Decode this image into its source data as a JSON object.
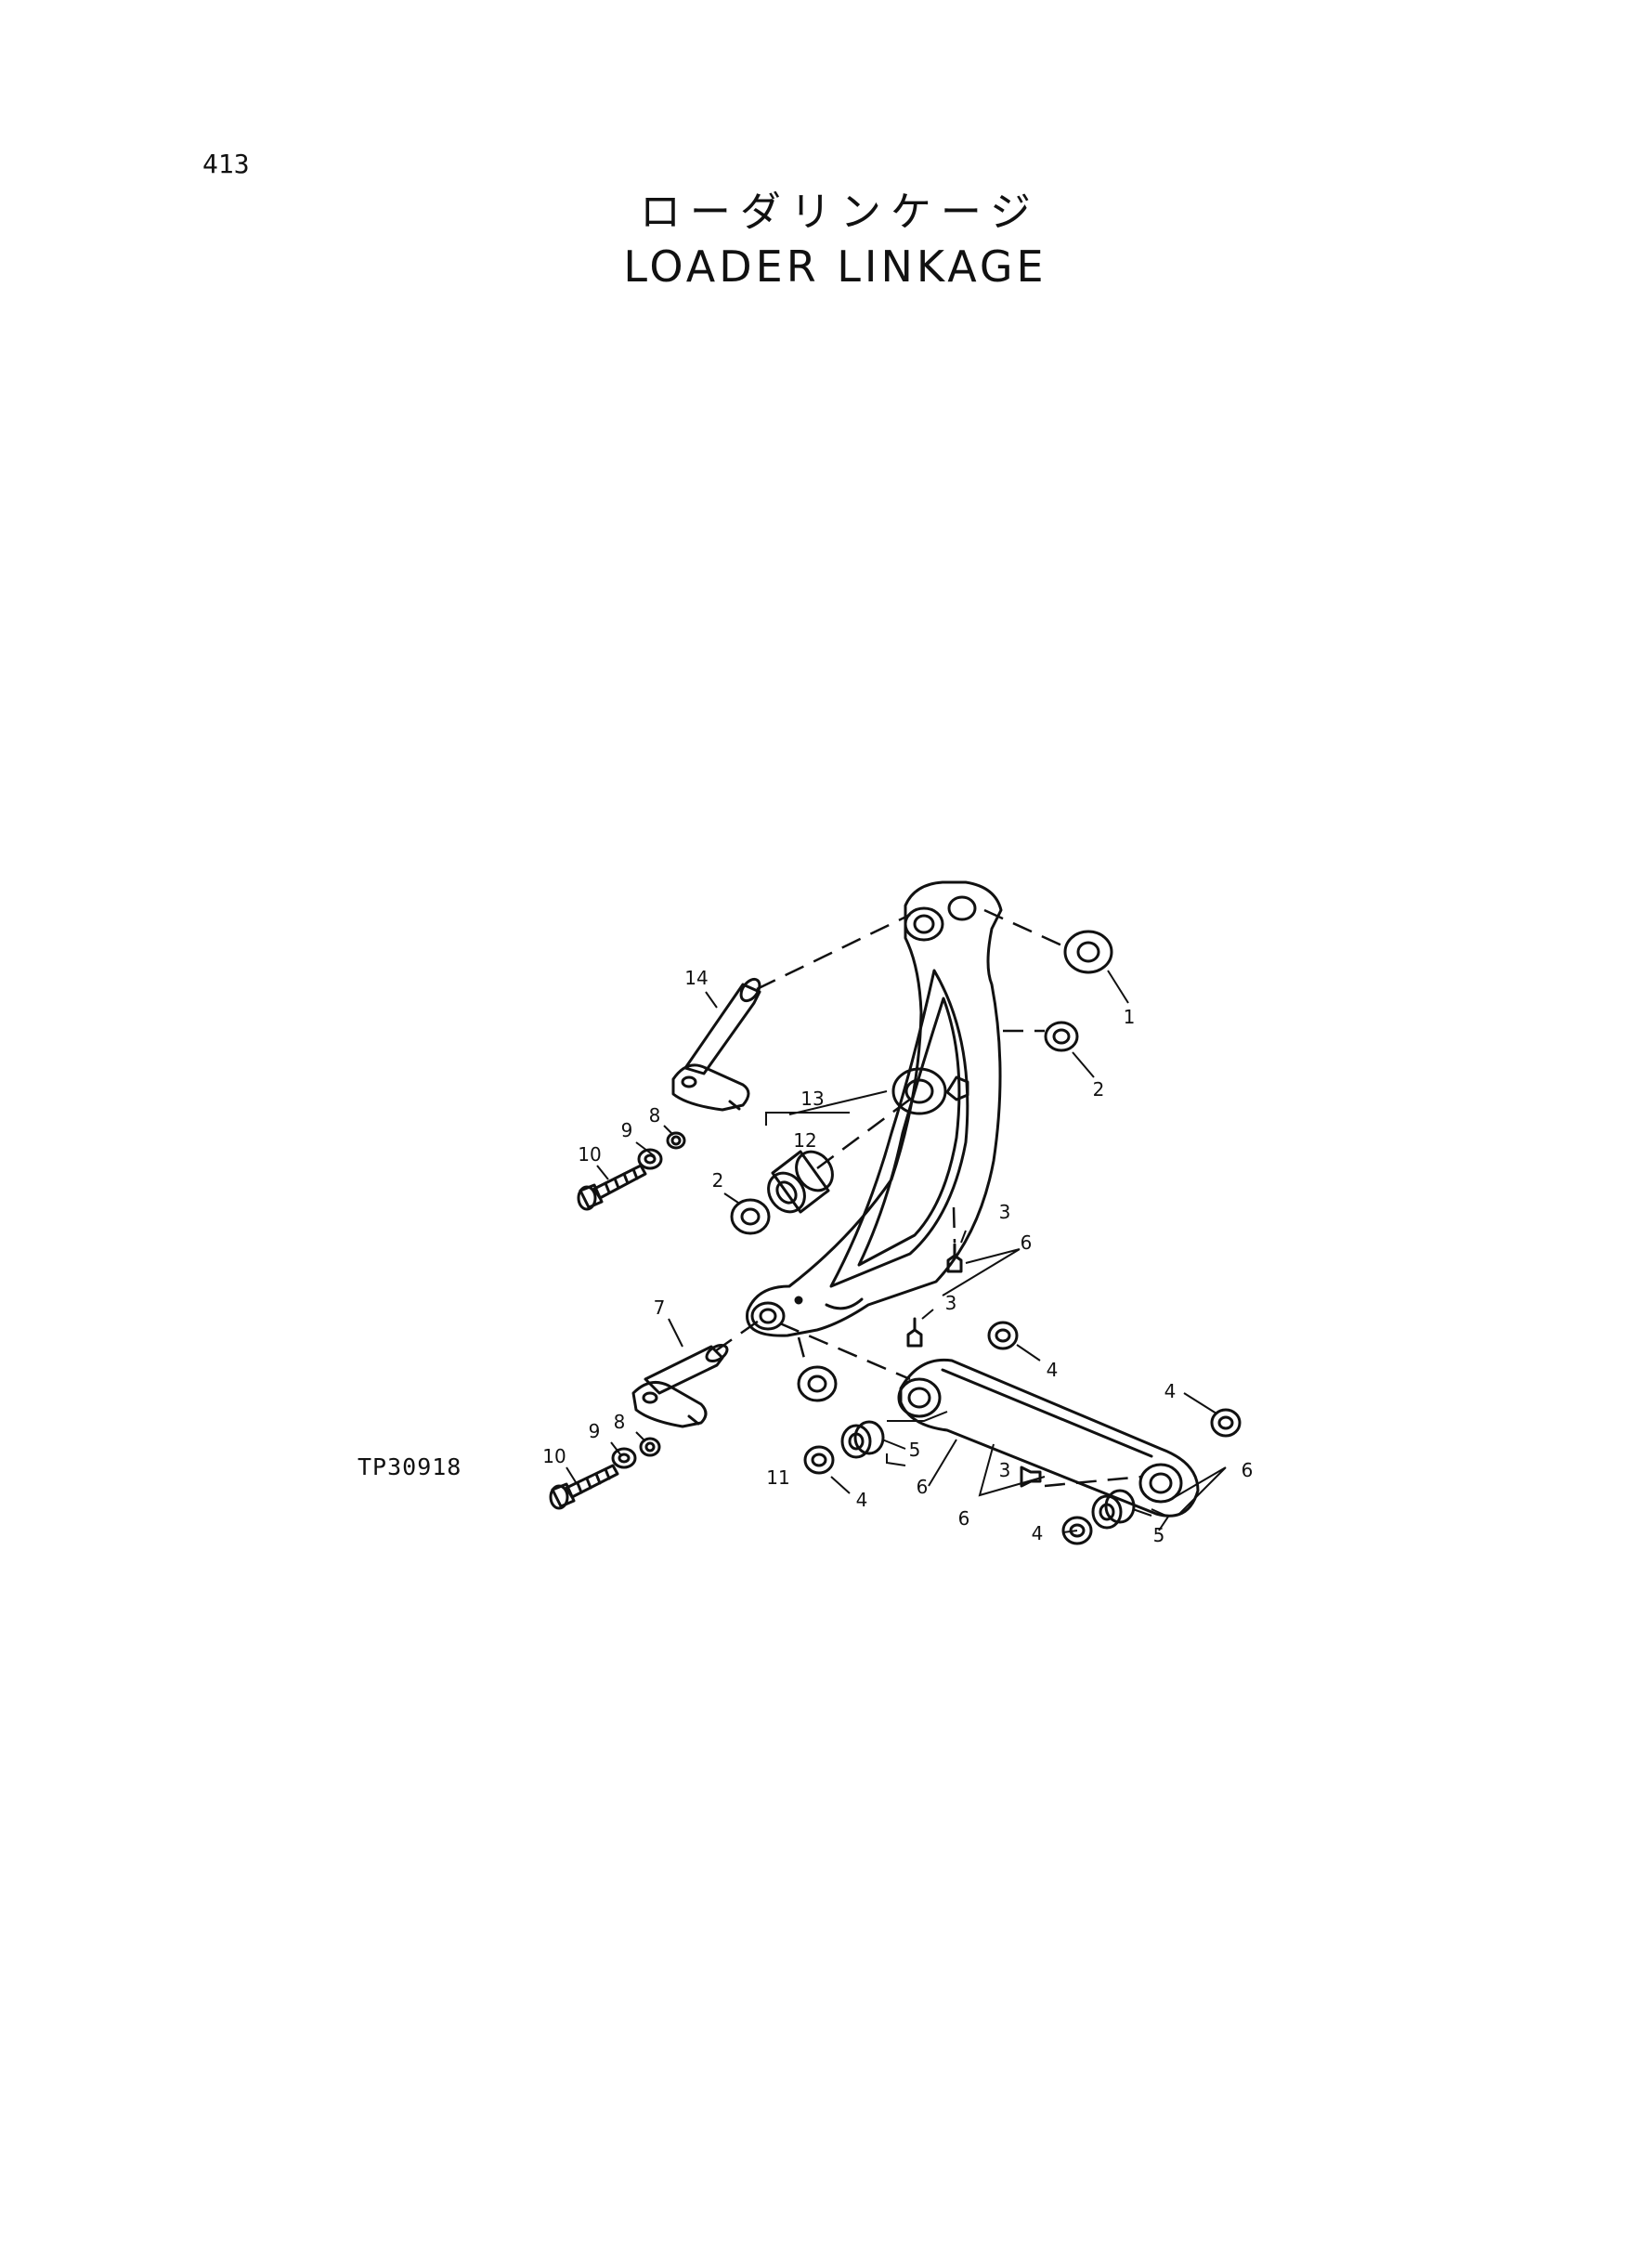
{
  "page_number": "413",
  "title_jp": "ローダリンケージ",
  "title_en": "LOADER LINKAGE",
  "figure_code": "TP30918",
  "callouts": {
    "c1": "1",
    "c2a": "2",
    "c2b": "2",
    "c3a": "3",
    "c3b": "3",
    "c3c": "3",
    "c4a": "4",
    "c4b": "4",
    "c4c": "4",
    "c4d": "4",
    "c5a": "5",
    "c5b": "5",
    "c6a": "6",
    "c6b": "6",
    "c6c": "6",
    "c6d": "6",
    "c7": "7",
    "c8a": "8",
    "c8b": "8",
    "c9a": "9",
    "c9b": "9",
    "c10a": "10",
    "c10b": "10",
    "c11": "11",
    "c12": "12",
    "c13": "13",
    "c14": "14"
  }
}
